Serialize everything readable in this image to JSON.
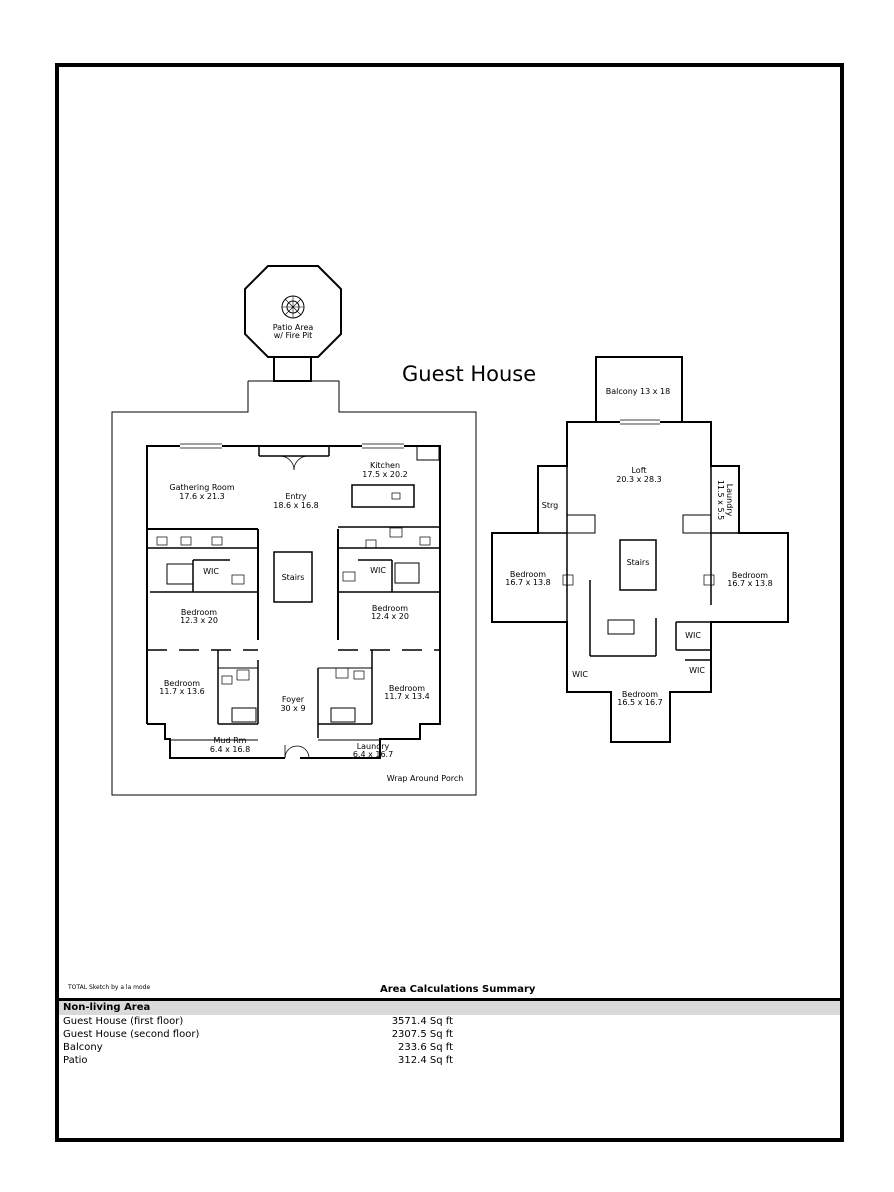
{
  "title": "Guest House",
  "first_floor": {
    "patio": [
      "Patio Area",
      "w/ Fire Pit"
    ],
    "gathering_room": [
      "Gathering Room",
      "17.6 x 21.3"
    ],
    "entry": [
      "Entry",
      "18.6 x 16.8"
    ],
    "kitchen": [
      "Kitchen",
      "17.5 x 20.2"
    ],
    "stairs": "Stairs",
    "wic_left": "WIC",
    "wic_right": "WIC",
    "bedroom_mid_left": [
      "Bedroom",
      "12.3 x 20"
    ],
    "bedroom_mid_right": [
      "Bedroom",
      "12.4 x 20"
    ],
    "bedroom_low_left": [
      "Bedroom",
      "11.7 x 13.6"
    ],
    "bedroom_low_right": [
      "Bedroom",
      "11.7 x 13.4"
    ],
    "foyer": [
      "Foyer",
      "30 x 9"
    ],
    "mud_room": [
      "Mud Rm",
      "6.4 x 16.8"
    ],
    "laundry": [
      "Laundry",
      "6.4 x 16.7"
    ],
    "porch": "Wrap Around Porch"
  },
  "second_floor": {
    "balcony": "Balcony 13 x 18",
    "loft": [
      "Loft",
      "20.3 x 28.3"
    ],
    "storage": "Strg",
    "laundry": [
      "Laundry",
      "11.5 x 5.5"
    ],
    "stairs": "Stairs",
    "bedroom_left": [
      "Bedroom",
      "16.7 x 13.8"
    ],
    "bedroom_right": [
      "Bedroom",
      "16.7 x 13.8"
    ],
    "bedroom_bottom": [
      "Bedroom",
      "16.5 x 16.7"
    ],
    "wic_a": "WIC",
    "wic_b": "WIC",
    "wic_c": "WIC"
  },
  "footer": {
    "credit": "TOTAL Sketch by a la mode",
    "summary_title": "Area Calculations Summary",
    "section_label": "Non-living Area",
    "rows": [
      {
        "label": "Guest House (first floor)",
        "value": "3571.4 Sq ft"
      },
      {
        "label": "Guest House (second floor)",
        "value": "2307.5 Sq ft"
      },
      {
        "label": "Balcony",
        "value": "233.6 Sq ft"
      },
      {
        "label": "Patio",
        "value": "312.4 Sq ft"
      }
    ]
  }
}
